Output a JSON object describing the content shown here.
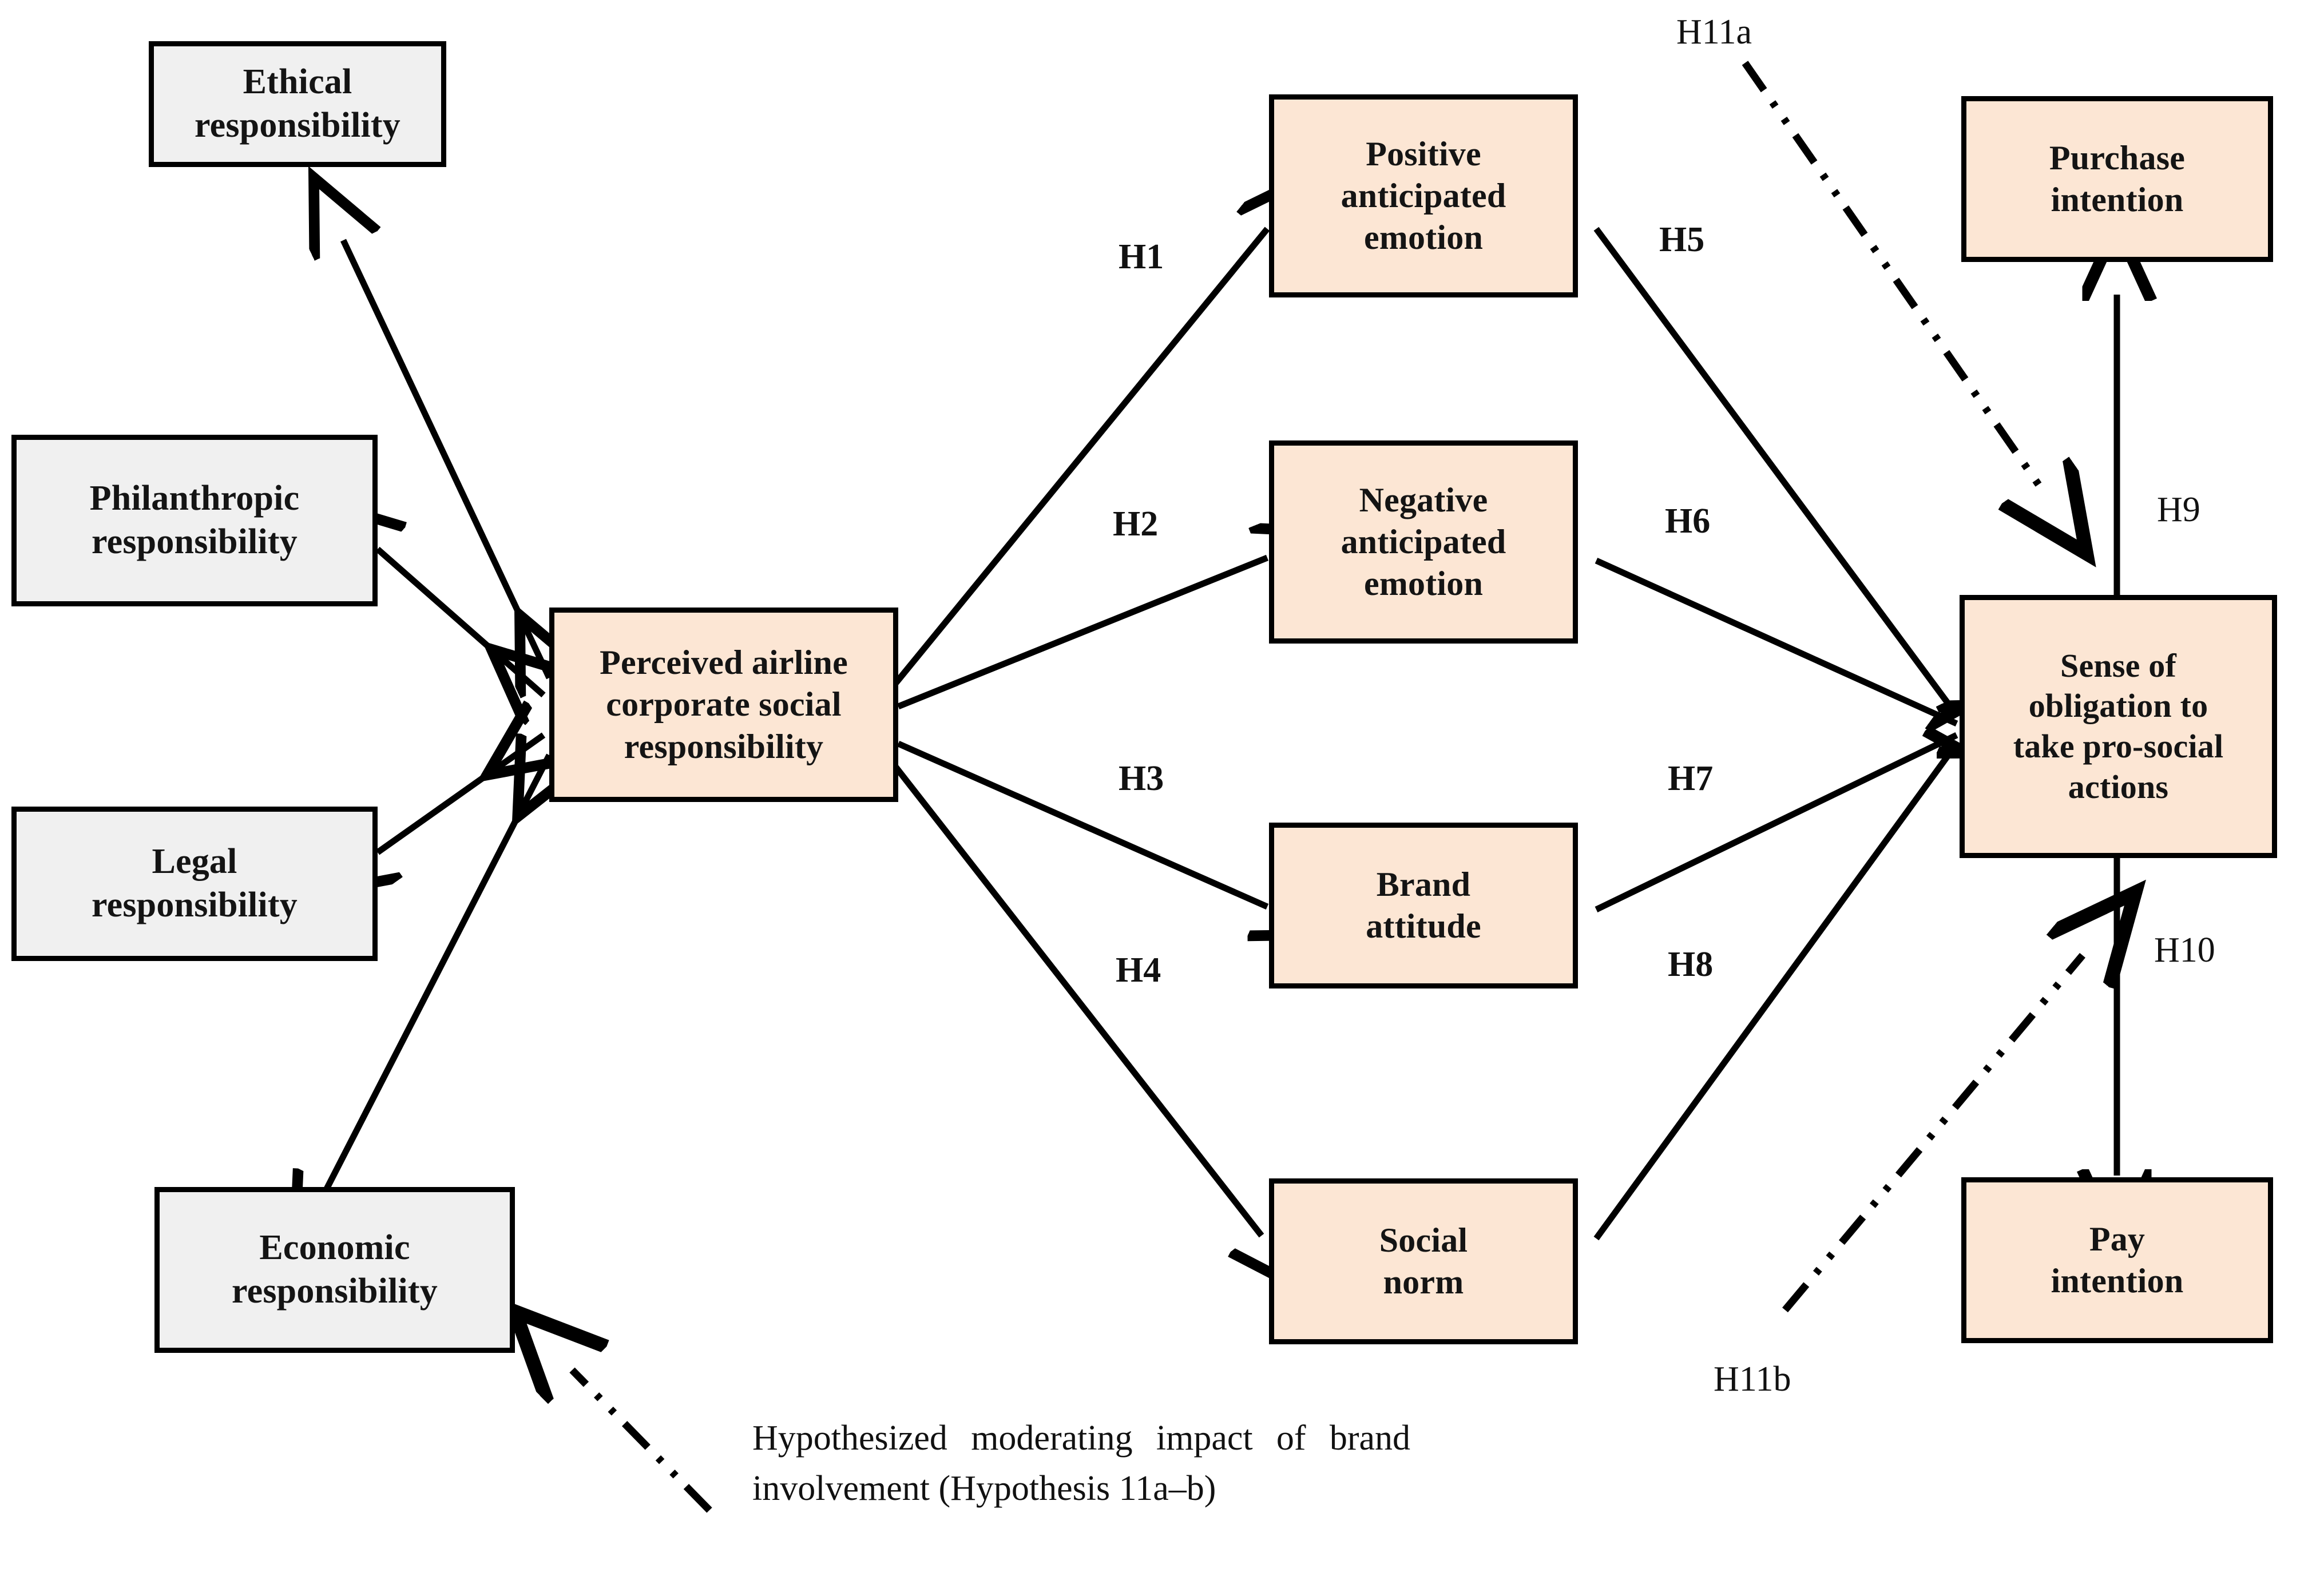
{
  "figure": {
    "type": "conceptual-model-path-diagram",
    "colors": {
      "antecedent_fill": "#f0f0f0",
      "construct_fill": "#fce6d4",
      "stroke": "#000000",
      "text": "#141414"
    }
  },
  "nodes": {
    "ethical": {
      "line1": "Ethical",
      "line2": "responsibility"
    },
    "philanthropic": {
      "line1": "Philanthropic",
      "line2": "responsibility"
    },
    "legal": {
      "line1": "Legal",
      "line2": "responsibility"
    },
    "economic": {
      "line1": "Economic",
      "line2": "responsibility"
    },
    "csr": {
      "line1": "Perceived airline",
      "line2": "corporate social",
      "line3": "responsibility"
    },
    "positive_emotion": {
      "line1": "Positive",
      "line2": "anticipated",
      "line3": "emotion"
    },
    "negative_emotion": {
      "line1": "Negative",
      "line2": "anticipated",
      "line3": "emotion"
    },
    "brand_attitude": {
      "line1": "Brand",
      "line2": "attitude"
    },
    "social_norm": {
      "line1": "Social",
      "line2": "norm"
    },
    "obligation": {
      "line1": "Sense of",
      "line2": "obligation to",
      "line3": "take pro-social",
      "line4": "actions"
    },
    "purchase_intention": {
      "line1": "Purchase",
      "line2": "intention"
    },
    "pay_intention": {
      "line1": "Pay",
      "line2": "intention"
    }
  },
  "hypotheses": {
    "h1": "H1",
    "h2": "H2",
    "h3": "H3",
    "h4": "H4",
    "h5": "H5",
    "h6": "H6",
    "h7": "H7",
    "h8": "H8",
    "h9": "H9",
    "h10": "H10",
    "h11a": "H11a",
    "h11b": "H11b"
  },
  "legend": {
    "text": "Hypothesized moderating impact of brand involvement (Hypothesis 11a–b)"
  },
  "chart_data": {
    "type": "diagram",
    "title": "",
    "edges": [
      {
        "label": "",
        "from": "csr",
        "to": "ethical",
        "style": "solid",
        "arrow": "double"
      },
      {
        "label": "",
        "from": "csr",
        "to": "philanthropic",
        "style": "solid",
        "arrow": "double"
      },
      {
        "label": "",
        "from": "csr",
        "to": "legal",
        "style": "solid",
        "arrow": "double"
      },
      {
        "label": "",
        "from": "csr",
        "to": "economic",
        "style": "solid",
        "arrow": "double"
      },
      {
        "label": "H1",
        "from": "csr",
        "to": "positive_emotion",
        "style": "solid",
        "arrow": "single"
      },
      {
        "label": "H2",
        "from": "csr",
        "to": "negative_emotion",
        "style": "solid",
        "arrow": "single"
      },
      {
        "label": "H3",
        "from": "csr",
        "to": "brand_attitude",
        "style": "solid",
        "arrow": "single"
      },
      {
        "label": "H4",
        "from": "csr",
        "to": "social_norm",
        "style": "solid",
        "arrow": "single"
      },
      {
        "label": "H5",
        "from": "positive_emotion",
        "to": "obligation",
        "style": "solid",
        "arrow": "single"
      },
      {
        "label": "H6",
        "from": "negative_emotion",
        "to": "obligation",
        "style": "solid",
        "arrow": "single"
      },
      {
        "label": "H7",
        "from": "brand_attitude",
        "to": "obligation",
        "style": "solid",
        "arrow": "single"
      },
      {
        "label": "H8",
        "from": "social_norm",
        "to": "obligation",
        "style": "solid",
        "arrow": "single"
      },
      {
        "label": "H9",
        "from": "obligation",
        "to": "purchase_intention",
        "style": "solid",
        "arrow": "single"
      },
      {
        "label": "H10",
        "from": "obligation",
        "to": "pay_intention",
        "style": "solid",
        "arrow": "single"
      },
      {
        "label": "H11a",
        "from": "moderator",
        "to": "h9-path",
        "style": "dash-dot-dot",
        "arrow": "single"
      },
      {
        "label": "H11b",
        "from": "moderator",
        "to": "h10-path",
        "style": "dash-dot-dot",
        "arrow": "single"
      }
    ]
  }
}
